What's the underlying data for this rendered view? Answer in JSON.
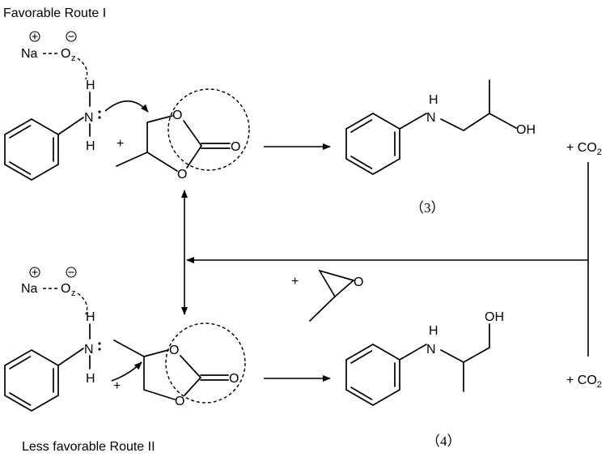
{
  "route1": {
    "title": "Favorable Route I"
  },
  "route2": {
    "title": "Less favorable Route II"
  },
  "catalyst": {
    "na": "Na",
    "o": "O",
    "z": "z"
  },
  "atoms": {
    "nitrogen": "N",
    "hydrogen": "H",
    "oxygen": "O",
    "hydroxyl": "OH",
    "amine": "H",
    "amine_n": "N"
  },
  "plus_sign": "+",
  "co2": {
    "prefix": "+ CO",
    "subscript": "2"
  },
  "compounds": {
    "product1_label": "（3）",
    "product2_label": "（4）"
  }
}
